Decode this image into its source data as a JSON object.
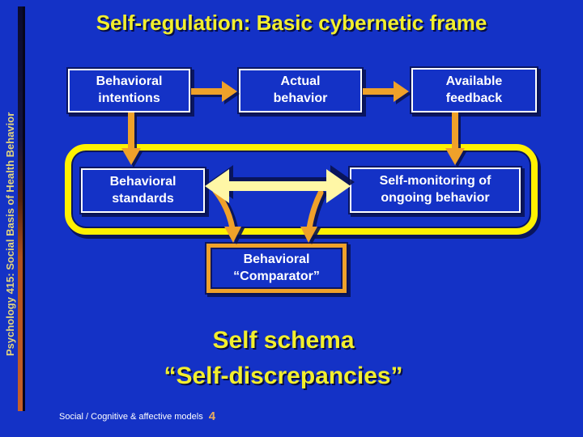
{
  "slide": {
    "title": "Self-regulation: Basic cybernetic frame"
  },
  "sidebar": {
    "course_label": "Psychology 415: Social Basis of Health Behavior"
  },
  "boxes": {
    "intentions": "Behavioral\nintentions",
    "actual": "Actual\nbehavior",
    "feedback": "Available\nfeedback",
    "standards": "Behavioral\nstandards",
    "monitoring": "Self-monitoring of\nongoing behavior",
    "comparator": "Behavioral\n“Comparator”"
  },
  "emphasis": {
    "line1": "Self schema",
    "line2": "“Self-discrepancies”"
  },
  "footer": {
    "label": "Social / Cognitive & affective models",
    "page_number": "4"
  },
  "colors": {
    "background": "#1432C6",
    "title_yellow": "#F2EF2D",
    "frame_yellow": "#FFF100",
    "arrow_orange": "#EFA12A",
    "pale_arrow": "#FFF7A6",
    "sidebar_text": "#E2D47C",
    "page_number": "#E9AE5D",
    "box_border": "#FFFFFF",
    "shadow_navy": "#0A1560"
  }
}
